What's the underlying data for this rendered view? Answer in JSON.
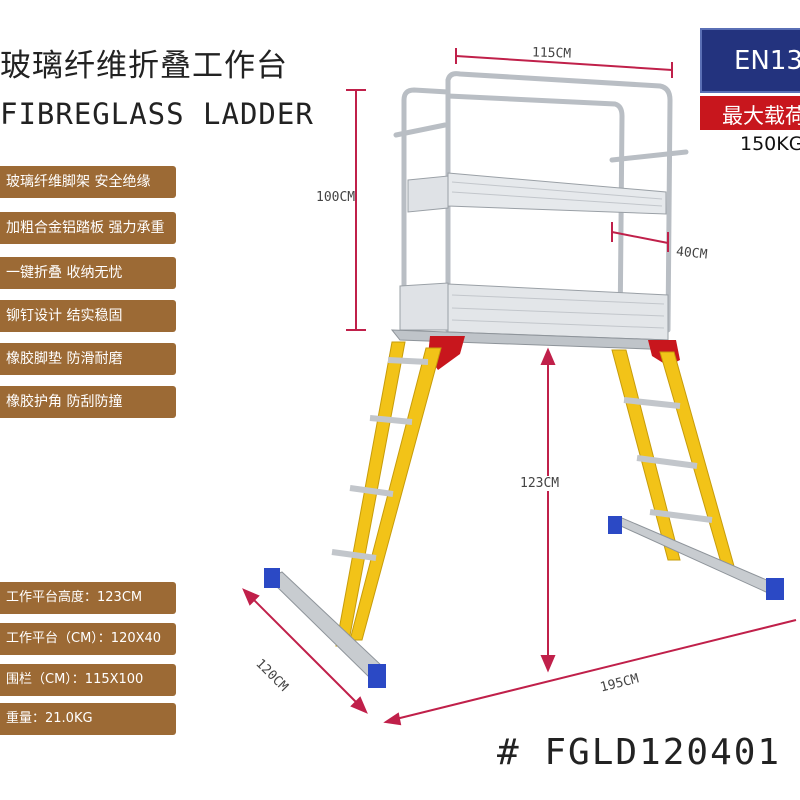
{
  "header": {
    "title_cn": "玻璃纤维折叠工作台",
    "title_en": "FIBREGLASS LADDER"
  },
  "certification": {
    "standard": "EN13",
    "load_label": "最大载荷",
    "load_value": "150KG"
  },
  "features": [
    "玻璃纤维脚架 安全绝缘",
    "加粗合金铝踏板 强力承重",
    "一键折叠 收纳无忧",
    "铆钉设计 结实稳固",
    "橡胶脚垫 防滑耐磨",
    "橡胶护角 防刮防撞"
  ],
  "specs": [
    "工作平台高度：123CM",
    "工作平台（CM）：120X40",
    "围栏（CM）：115X100",
    "重量：21.0KG"
  ],
  "dimensions": {
    "rail_width": "115CM",
    "rail_height": "100CM",
    "platform_depth": "40CM",
    "platform_height": "123CM",
    "base_depth": "120CM",
    "base_width": "195CM"
  },
  "model": "# FGLD120401",
  "colors": {
    "feature_bg": "#9c6a35",
    "cert_blue": "#23337e",
    "load_red": "#c8161d",
    "dimension_line": "#c0204a",
    "fiberglass": "#f2c318",
    "aluminum": "#c8ccd0"
  }
}
